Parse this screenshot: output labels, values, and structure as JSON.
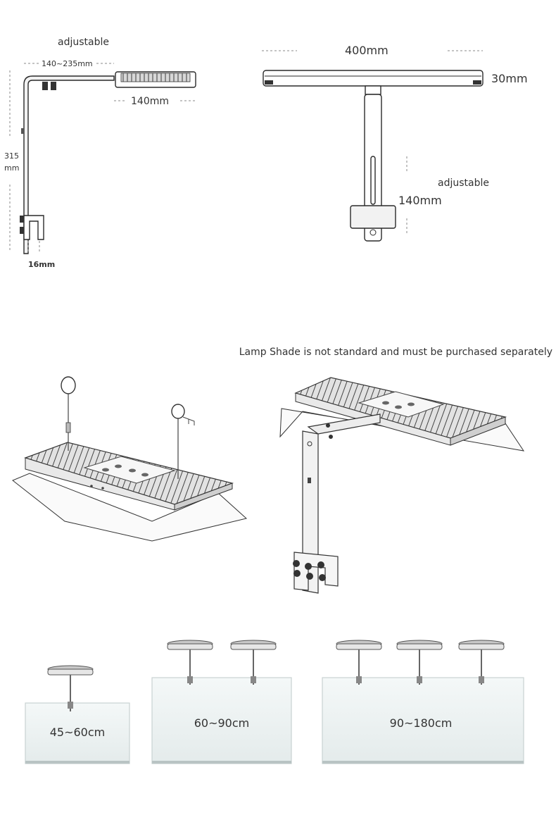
{
  "side_view": {
    "adjustable_label": "adjustable",
    "arm_range": "140~235mm",
    "lamp_depth": "140mm",
    "height_value": "315",
    "height_unit": "mm",
    "clamp_width": "16mm"
  },
  "front_view": {
    "width": "400mm",
    "thickness": "30mm",
    "adjustable_label": "adjustable",
    "adjust_range": "140mm"
  },
  "note": "Lamp Shade is not standard and must be purchased separately",
  "tanks": [
    {
      "label": "45~60cm",
      "lamps": 1
    },
    {
      "label": "60~90cm",
      "lamps": 2
    },
    {
      "label": "90~180cm",
      "lamps": 3
    }
  ]
}
